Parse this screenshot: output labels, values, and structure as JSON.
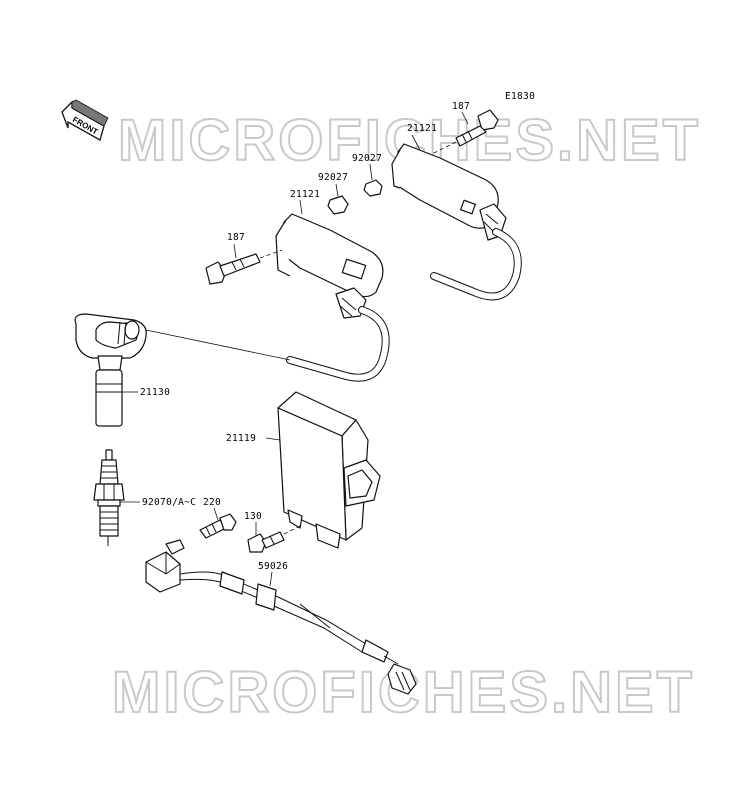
{
  "diagram": {
    "code": "E1830",
    "front_label": "FRONT",
    "watermark": "MICROFICHES.NET",
    "labels": {
      "bolt_top": "187",
      "coil_top": "21121",
      "collar_top": "92027",
      "collar_mid": "92027",
      "coil_mid": "21121",
      "bolt_mid": "187",
      "cap": "21130",
      "igniter": "21119",
      "plug": "92070/A~C",
      "bolt_220": "220",
      "bolt_130": "130",
      "harness": "59026"
    }
  }
}
